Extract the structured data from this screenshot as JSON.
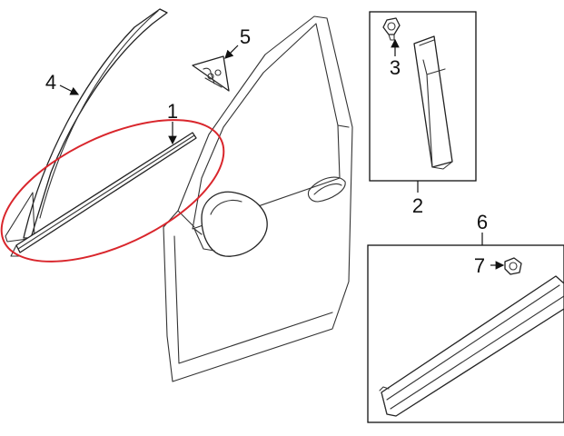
{
  "callouts": {
    "c1": "1",
    "c2": "2",
    "c3": "3",
    "c4": "4",
    "c5": "5",
    "c6": "6",
    "c7": "7"
  },
  "colors": {
    "highlight": "#d9262c",
    "line": "#222222",
    "background": "#ffffff"
  }
}
